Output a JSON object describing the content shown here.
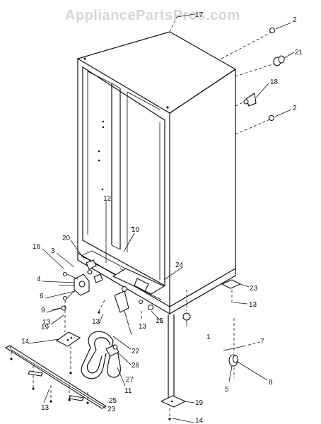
{
  "watermark": "AppliancePartsPros.com",
  "callouts": [
    {
      "id": "c17",
      "text": "17"
    },
    {
      "id": "c2a",
      "text": "2"
    },
    {
      "id": "c21",
      "text": "21"
    },
    {
      "id": "c18",
      "text": "18"
    },
    {
      "id": "c2b",
      "text": "2"
    },
    {
      "id": "c12",
      "text": "12"
    },
    {
      "id": "c10",
      "text": "10"
    },
    {
      "id": "c20",
      "text": "20"
    },
    {
      "id": "c16",
      "text": "16"
    },
    {
      "id": "c3",
      "text": "3"
    },
    {
      "id": "c4",
      "text": "4"
    },
    {
      "id": "c6",
      "text": "6"
    },
    {
      "id": "c9",
      "text": "9"
    },
    {
      "id": "c13a",
      "text": "13"
    },
    {
      "id": "c24",
      "text": "24"
    },
    {
      "id": "c23a",
      "text": "23"
    },
    {
      "id": "c13b",
      "text": "13"
    },
    {
      "id": "c13c",
      "text": "13"
    },
    {
      "id": "c13d",
      "text": "13"
    },
    {
      "id": "c15",
      "text": "15"
    },
    {
      "id": "c1",
      "text": "1"
    },
    {
      "id": "c19a",
      "text": "19"
    },
    {
      "id": "c14a",
      "text": "14"
    },
    {
      "id": "c22",
      "text": "22"
    },
    {
      "id": "c26",
      "text": "26"
    },
    {
      "id": "c27",
      "text": "27"
    },
    {
      "id": "c11",
      "text": "11"
    },
    {
      "id": "c25",
      "text": "25"
    },
    {
      "id": "c7",
      "text": "7"
    },
    {
      "id": "c8",
      "text": "8"
    },
    {
      "id": "c5",
      "text": "5"
    },
    {
      "id": "c19b",
      "text": "19"
    },
    {
      "id": "c14b",
      "text": "14"
    },
    {
      "id": "c13e",
      "text": "13"
    },
    {
      "id": "c23b",
      "text": "23"
    }
  ]
}
